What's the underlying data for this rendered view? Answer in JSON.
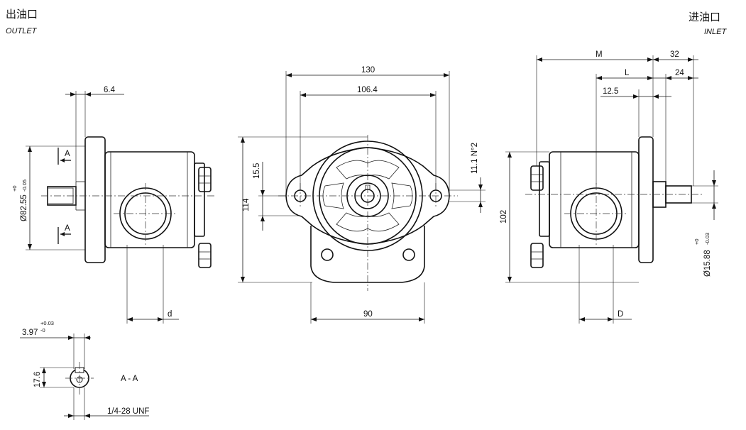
{
  "outlet": {
    "cn": "出油口",
    "en": "OUTLET"
  },
  "inlet": {
    "cn": "进油口",
    "en": "INLET"
  },
  "dimensions": {
    "flange_thickness": "6.4",
    "shaft_dia": "Ø82.55",
    "shaft_tol_upper": "+0",
    "shaft_tol_lower": "-0.05",
    "port_d": "d",
    "key_width": "3.97",
    "key_tol_upper": "+0.03",
    "key_tol_lower": "-0",
    "shaft_height": "17.6",
    "thread": "1/4-28 UNF",
    "overall_width": "130",
    "bolt_spacing": "106.4",
    "height": "114",
    "offset": "15.5",
    "slot": "11.1 N°2",
    "base_width": "90",
    "M": "M",
    "L": "L",
    "dim_32": "32",
    "dim_24": "24",
    "dim_12_5": "12.5",
    "height_102": "102",
    "shaft_d2": "Ø15.88",
    "shaft_d2_tol_upper": "+0",
    "shaft_d2_tol_lower": "-0.03",
    "port_D": "D"
  },
  "section_label": "A - A",
  "section_marks": [
    "A",
    "A"
  ]
}
